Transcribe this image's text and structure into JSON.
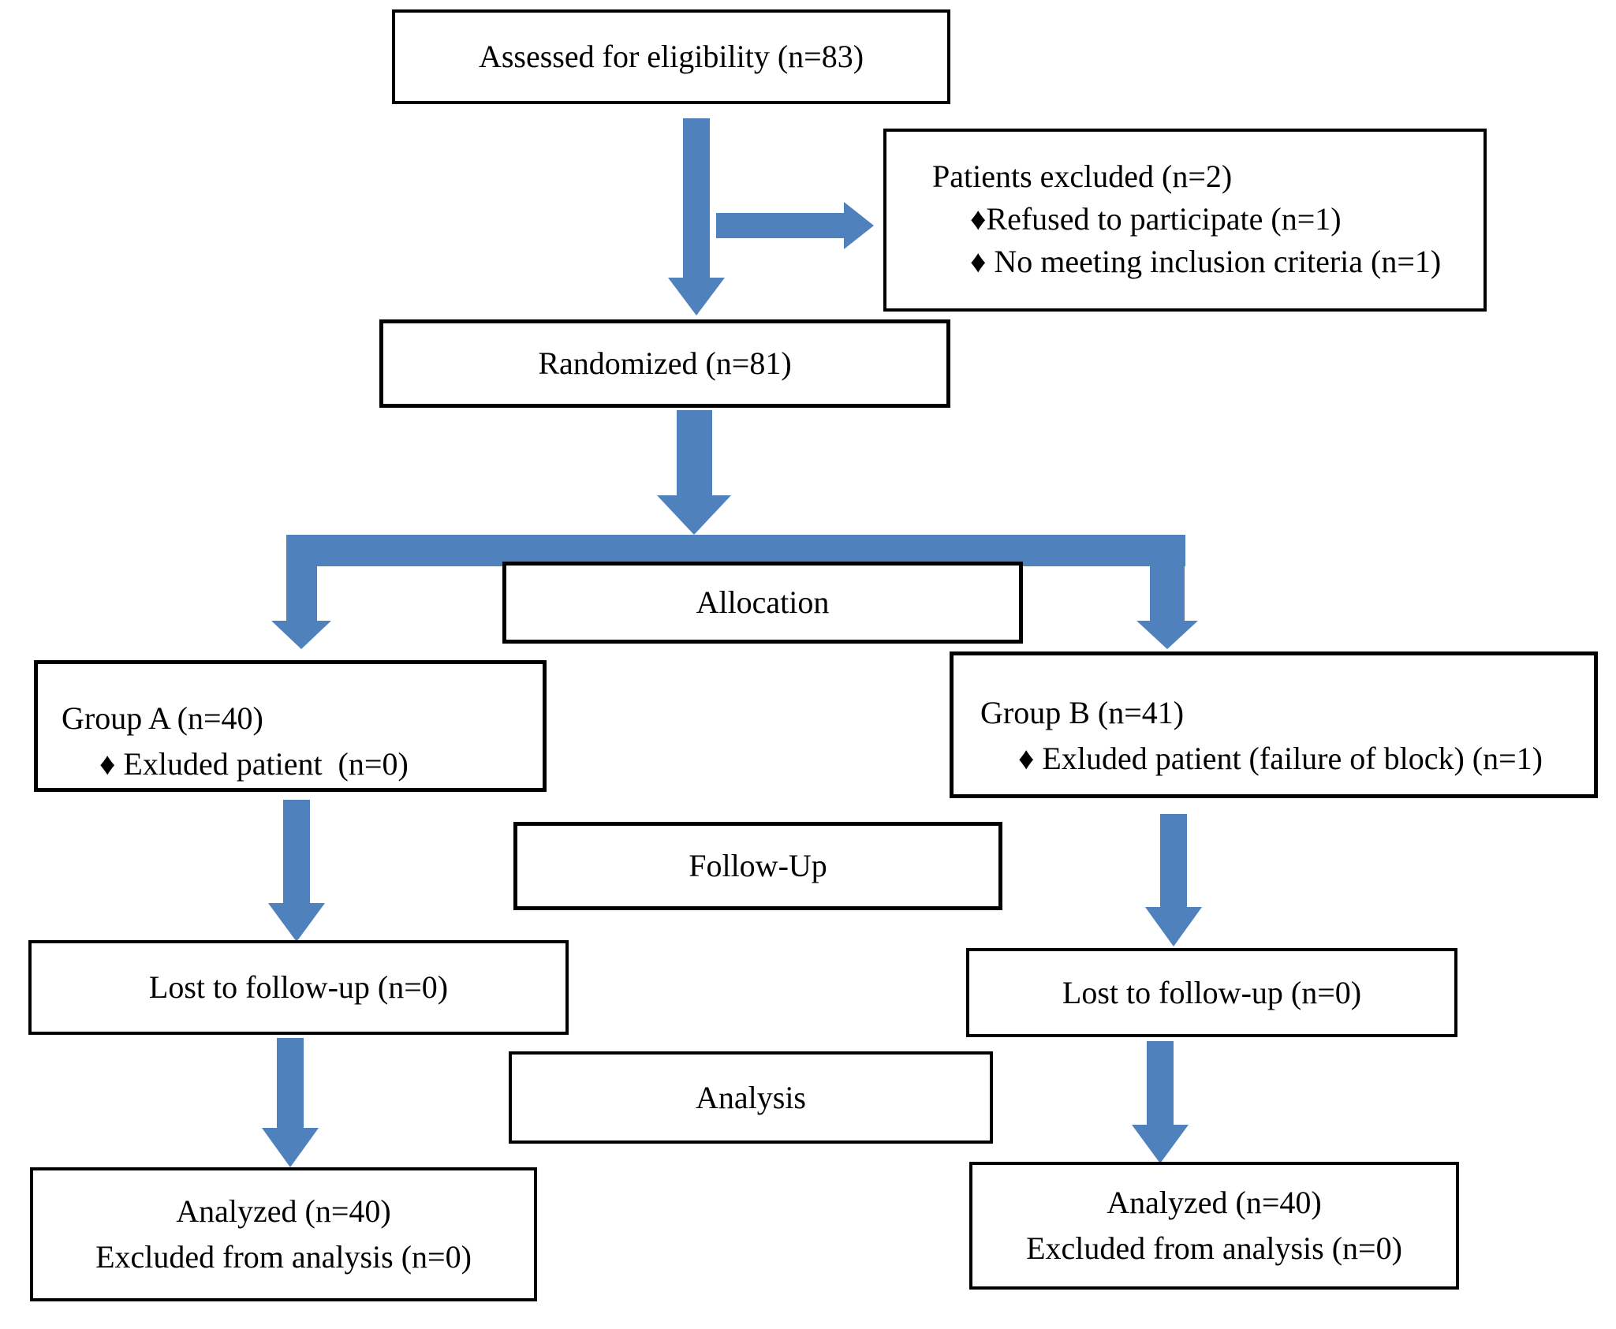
{
  "diagram": {
    "type": "consort-flowchart",
    "arrow_color": "#4F81BD",
    "box_border_color": "#000000",
    "nodes": {
      "assessed": {
        "label": "Assessed for eligibility (n=83)"
      },
      "excluded": {
        "title": "Patients excluded (n=2)",
        "bullets": [
          "♦Refused to participate (n=1)",
          "♦ No meeting inclusion criteria (n=1)"
        ]
      },
      "randomized": {
        "label": "Randomized (n=81)"
      },
      "allocation": {
        "label": "Allocation"
      },
      "group_a": {
        "title": "Group A (n=40)",
        "bullets": [
          "♦ Exluded patient  (n=0)"
        ]
      },
      "group_b": {
        "title": "Group B (n=41)",
        "bullets": [
          "♦ Exluded patient (failure of block) (n=1)"
        ]
      },
      "follow_up": {
        "label": "Follow-Up"
      },
      "lost_a": {
        "label": "Lost to follow-up (n=0)"
      },
      "lost_b": {
        "label": "Lost to follow-up (n=0)"
      },
      "analysis": {
        "label": "Analysis"
      },
      "analyzed_a": {
        "lines": [
          "Analyzed (n=40)",
          "Excluded from analysis (n=0)"
        ]
      },
      "analyzed_b": {
        "lines": [
          "Analyzed (n=40)",
          "Excluded from analysis (n=0)"
        ]
      }
    },
    "edges": [
      {
        "from": "assessed",
        "to": "randomized"
      },
      {
        "from": "assessed",
        "to": "excluded"
      },
      {
        "from": "randomized",
        "to": "group_a"
      },
      {
        "from": "randomized",
        "to": "group_b"
      },
      {
        "from": "group_a",
        "to": "lost_a"
      },
      {
        "from": "group_b",
        "to": "lost_b"
      },
      {
        "from": "lost_a",
        "to": "analyzed_a"
      },
      {
        "from": "lost_b",
        "to": "analyzed_b"
      }
    ]
  }
}
